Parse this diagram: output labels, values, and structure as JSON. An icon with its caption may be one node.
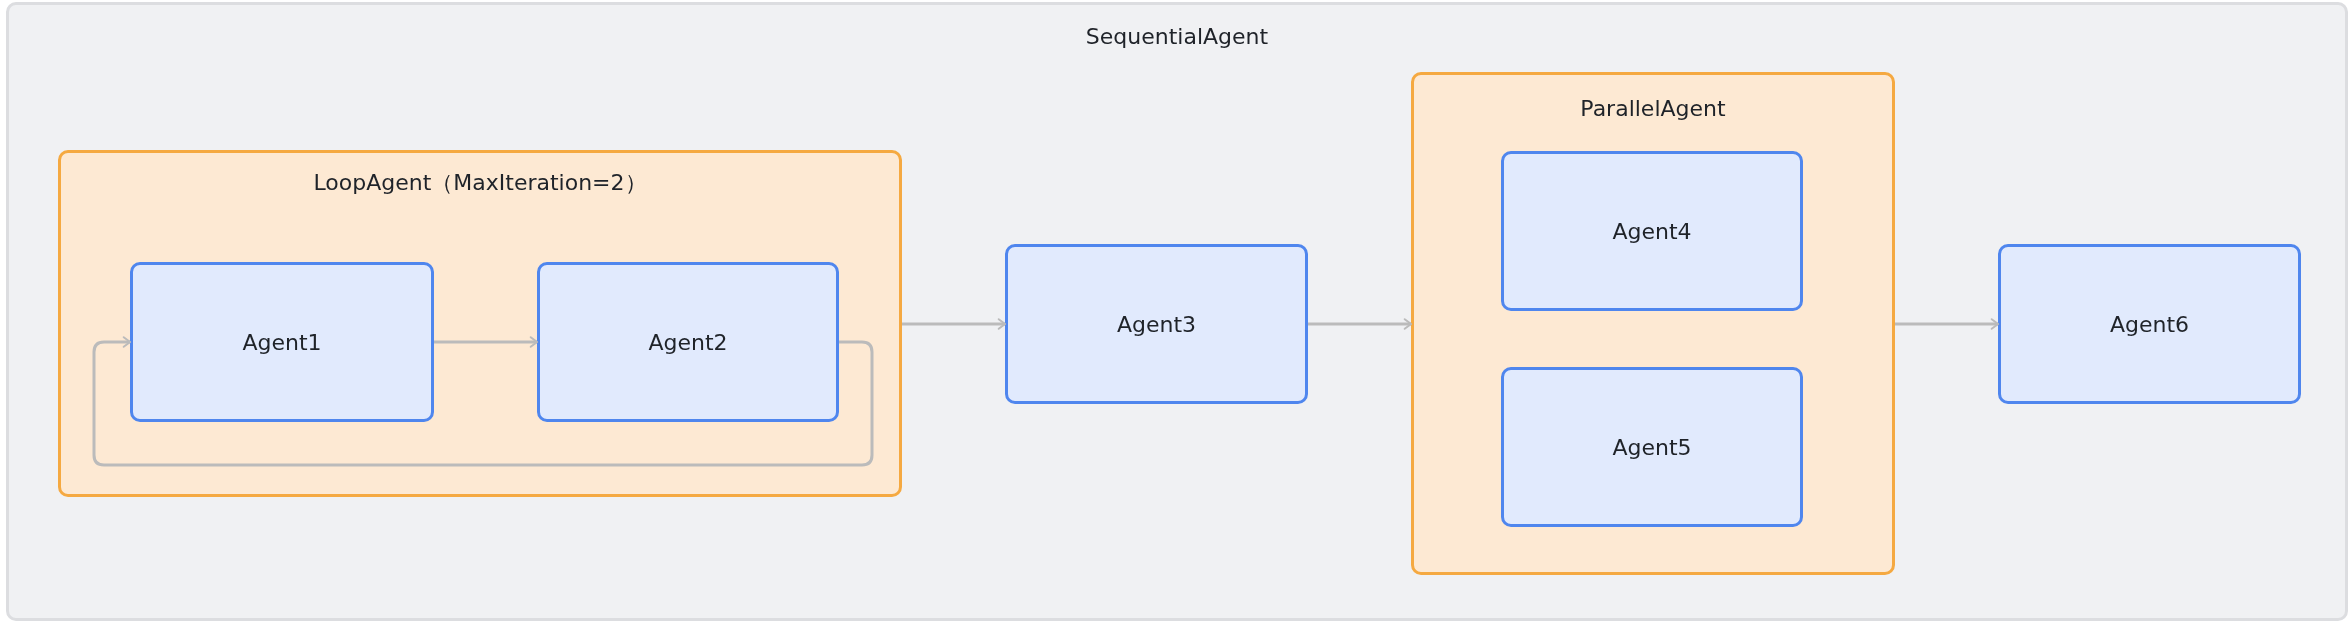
{
  "diagram": {
    "nodes": [
      {
        "text": [
          "SequentialAgent"
        ]
      },
      {
        "text": [
          "LoopAgent（MaxIteration=2）"
        ],
        "in": 0
      },
      {
        "text": [
          "Agent1"
        ],
        "in": 1
      },
      {
        "text": [
          "Agent2"
        ],
        "in": 1
      },
      {
        "text": [
          "Agent3"
        ],
        "in": 0
      },
      {
        "text": [
          "ParallelAgent"
        ],
        "in": 0
      },
      {
        "text": [
          "Agent4"
        ],
        "in": 5
      },
      {
        "text": [
          "Agent5"
        ],
        "in": 5
      },
      {
        "text": [
          "Agent6"
        ],
        "in": 0
      }
    ],
    "edges": [
      {
        "from": 2,
        "to": 3,
        "arrow": "to"
      },
      {
        "from": 3,
        "to": 2,
        "arrow": "to"
      },
      {
        "from": 1,
        "to": 4,
        "arrow": "to"
      },
      {
        "from": 4,
        "to": 5,
        "arrow": "to"
      },
      {
        "from": 5,
        "to": 8,
        "arrow": "to"
      }
    ]
  }
}
